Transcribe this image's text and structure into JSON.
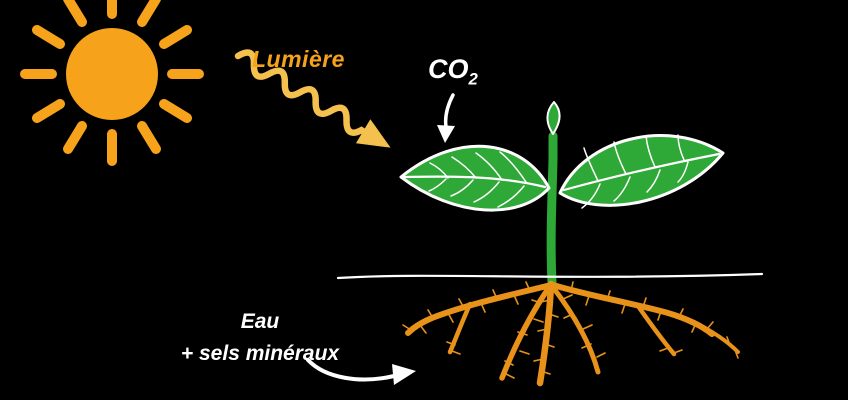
{
  "labels": {
    "light": "Lumière",
    "co2_main": "CO",
    "co2_sub": "2",
    "water_line1": "Eau",
    "water_line2": "+ sels minéraux"
  },
  "colors": {
    "background": "#000000",
    "sun": "#F6A21B",
    "light_arrow": "#F4C14E",
    "leaf": "#2EA836",
    "leaf_outline": "#FFFFFF",
    "vein": "#FFFFFF",
    "stem": "#2EA836",
    "bud": "#2EA836",
    "roots": "#E8921A",
    "soil_line": "#FFFFFF",
    "white_arrow": "#FFFFFF",
    "label_light_color": "#F6A21B",
    "label_white_color": "#FFFFFF"
  }
}
